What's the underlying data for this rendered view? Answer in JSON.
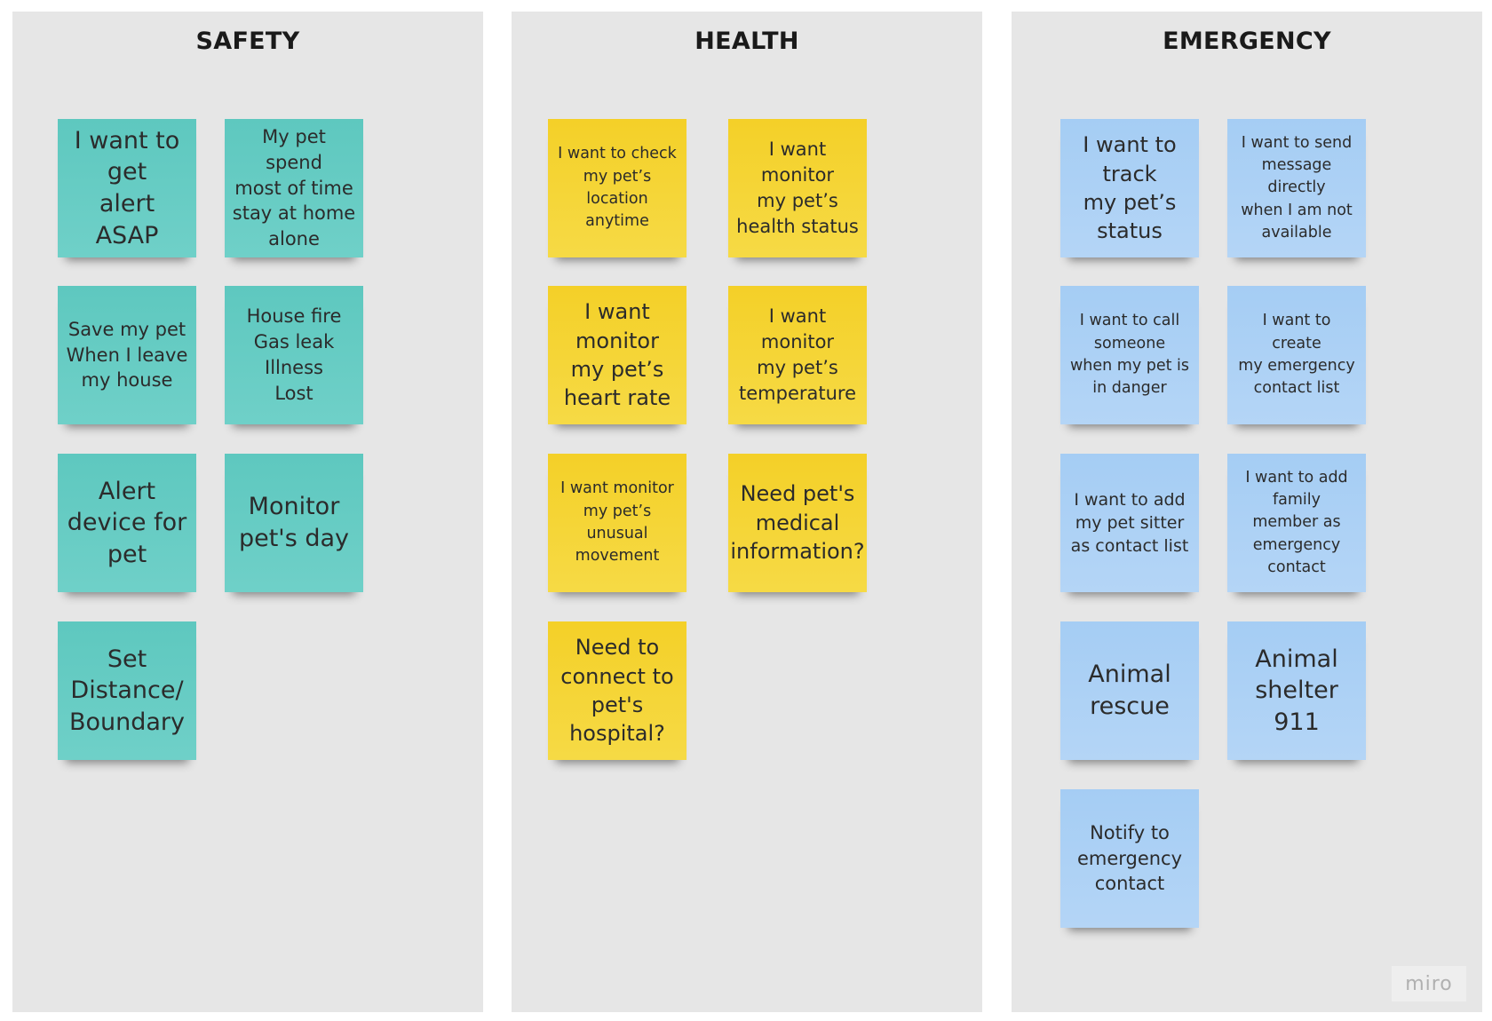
{
  "board": {
    "columns": [
      {
        "title": "SAFETY",
        "notes": [
          "I want to\nget\nalert ASAP",
          "My pet spend\nmost of time\nstay at home\nalone",
          "Save my pet\nWhen I leave\nmy house",
          "House fire\nGas leak\nIllness\nLost",
          "Alert\ndevice for\npet",
          "Monitor\npet's day",
          "Set\nDistance/\nBoundary"
        ]
      },
      {
        "title": "HEALTH",
        "notes": [
          "I want to check\nmy pet’s\nlocation\nanytime",
          "I want\nmonitor\nmy pet’s\nhealth status",
          "I want\nmonitor\nmy pet’s\nheart rate",
          "I want\nmonitor\nmy pet’s\ntemperature",
          "I want monitor\nmy pet’s\nunusual\nmovement",
          "Need pet's\nmedical\ninformation?",
          "Need to\nconnect to\npet's\nhospital?"
        ]
      },
      {
        "title": "EMERGENCY",
        "notes": [
          "I want to\ntrack\nmy pet’s\nstatus",
          "I want to send\nmessage\ndirectly\nwhen I am not\navailable",
          "I want to call\nsomeone\nwhen my pet is\nin danger",
          "I want to\ncreate\nmy emergency\ncontact list",
          "I want to add\nmy pet sitter\nas contact list",
          "I want to add\nfamily\nmember as\nemergency\ncontact",
          "Animal\nrescue",
          "Animal\nshelter\n911",
          "Notify to\nemergency\ncontact"
        ]
      }
    ]
  },
  "colors": {
    "teal": "#5ec8bf",
    "yellow": "#f4d028",
    "blue": "#a5cdf4",
    "column_bg": "#e6e6e6"
  },
  "watermark": "miro"
}
